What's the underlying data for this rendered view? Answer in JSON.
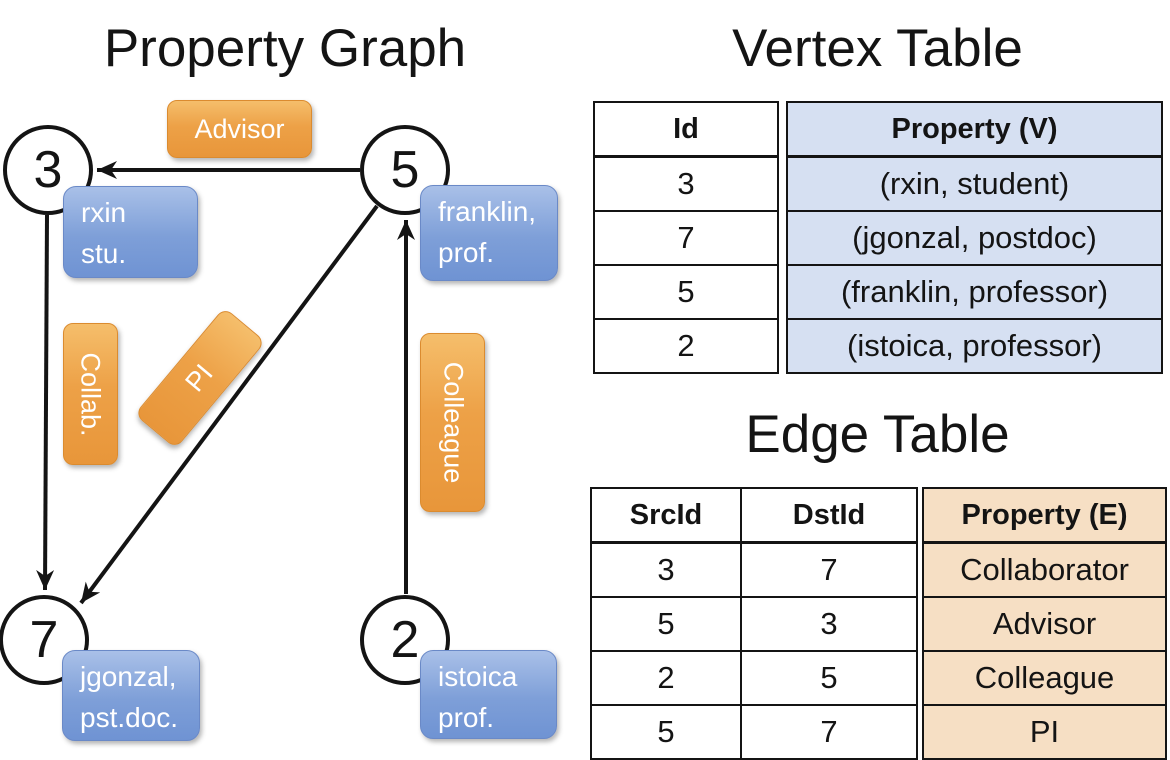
{
  "graph": {
    "title": "Property Graph",
    "nodes": [
      {
        "id": "3",
        "prop_line1": "rxin",
        "prop_line2": "stu."
      },
      {
        "id": "5",
        "prop_line1": "franklin,",
        "prop_line2": "prof."
      },
      {
        "id": "7",
        "prop_line1": "jgonzal,",
        "prop_line2": "pst.doc."
      },
      {
        "id": "2",
        "prop_line1": "istoica",
        "prop_line2": "prof."
      }
    ],
    "edge_labels": {
      "advisor": "Advisor",
      "collab": "Collab.",
      "pi": "PI",
      "colleague": "Colleague"
    }
  },
  "vertex_table": {
    "title": "Vertex Table",
    "columns": {
      "id": "Id",
      "property": "Property (V)"
    },
    "rows": [
      {
        "id": "3",
        "property": "(rxin, student)"
      },
      {
        "id": "7",
        "property": "(jgonzal, postdoc)"
      },
      {
        "id": "5",
        "property": "(franklin, professor)"
      },
      {
        "id": "2",
        "property": "(istoica, professor)"
      }
    ]
  },
  "edge_table": {
    "title": "Edge Table",
    "columns": {
      "src": "SrcId",
      "dst": "DstId",
      "property": "Property (E)"
    },
    "rows": [
      {
        "src": "3",
        "dst": "7",
        "property": "Collaborator"
      },
      {
        "src": "5",
        "dst": "3",
        "property": "Advisor"
      },
      {
        "src": "2",
        "dst": "5",
        "property": "Colleague"
      },
      {
        "src": "5",
        "dst": "7",
        "property": "PI"
      }
    ]
  },
  "colors": {
    "edge_label_orange": "#EDA147",
    "vertex_label_blue": "#7E9FD8",
    "vertex_property_bg": "#D6E0F2",
    "edge_property_bg": "#F6DFC4",
    "line_black": "#141414"
  }
}
